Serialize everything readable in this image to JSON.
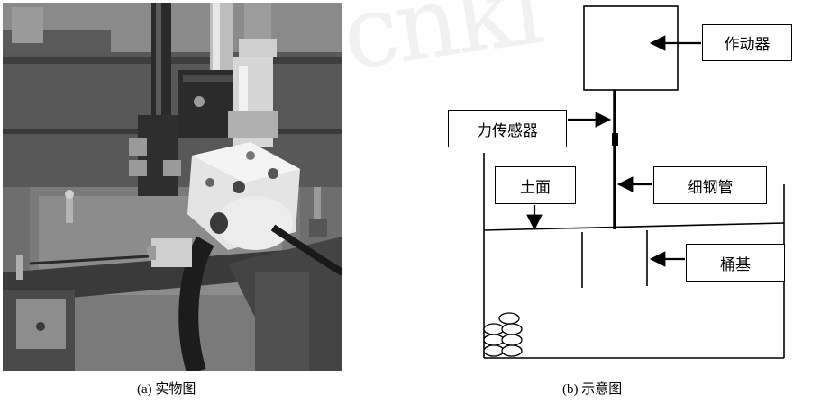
{
  "figure": {
    "caption_a": "(a) 实物图",
    "caption_b": "(b) 示意图"
  },
  "watermark": "cnki",
  "diagram": {
    "labels": {
      "actuator": "作动器",
      "force_sensor": "力传感器",
      "soil_surface": "土面",
      "thin_steel_pipe": "细钢管",
      "bucket_foundation": "桶基"
    }
  }
}
